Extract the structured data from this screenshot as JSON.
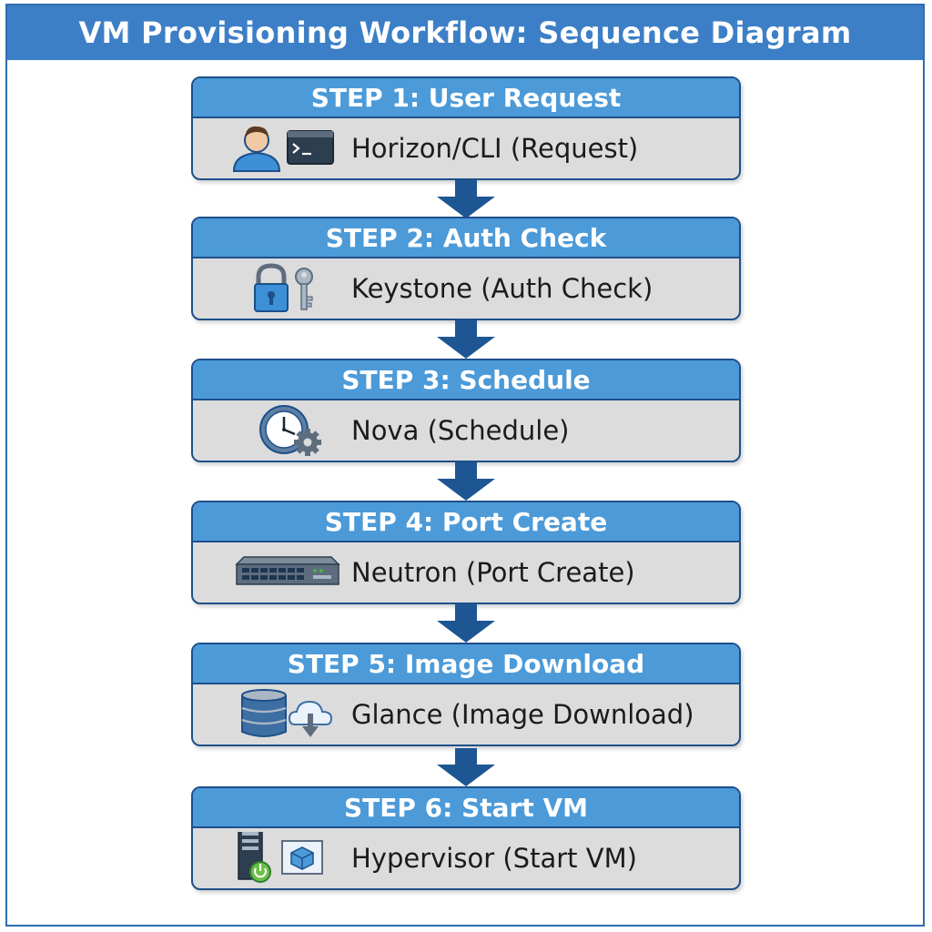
{
  "title": "VM Provisioning Workflow: Sequence Diagram",
  "colors": {
    "header_blue": "#3d7fc6",
    "step_header_blue": "#4c9ad8",
    "border_navy": "#1d4f8a",
    "body_gray": "#dcdcdc",
    "arrow_navy": "#1e5694"
  },
  "steps": [
    {
      "header": "STEP 1: User Request",
      "label": "Horizon/CLI (Request)",
      "icons": [
        "user-icon",
        "terminal-icon"
      ]
    },
    {
      "header": "STEP 2: Auth Check",
      "label": "Keystone (Auth Check)",
      "icons": [
        "padlock-icon",
        "key-icon"
      ]
    },
    {
      "header": "STEP 3: Schedule",
      "label": "Nova (Schedule)",
      "icons": [
        "clock-icon",
        "gear-icon"
      ]
    },
    {
      "header": "STEP 4: Port Create",
      "label": "Neutron (Port Create)",
      "icons": [
        "network-switch-icon"
      ]
    },
    {
      "header": "STEP 5: Image Download",
      "label": "Glance (Image Download)",
      "icons": [
        "database-icon",
        "cloud-download-icon"
      ]
    },
    {
      "header": "STEP 6: Start VM",
      "label": "Hypervisor (Start VM)",
      "icons": [
        "server-power-icon",
        "vm-cube-icon"
      ]
    }
  ]
}
